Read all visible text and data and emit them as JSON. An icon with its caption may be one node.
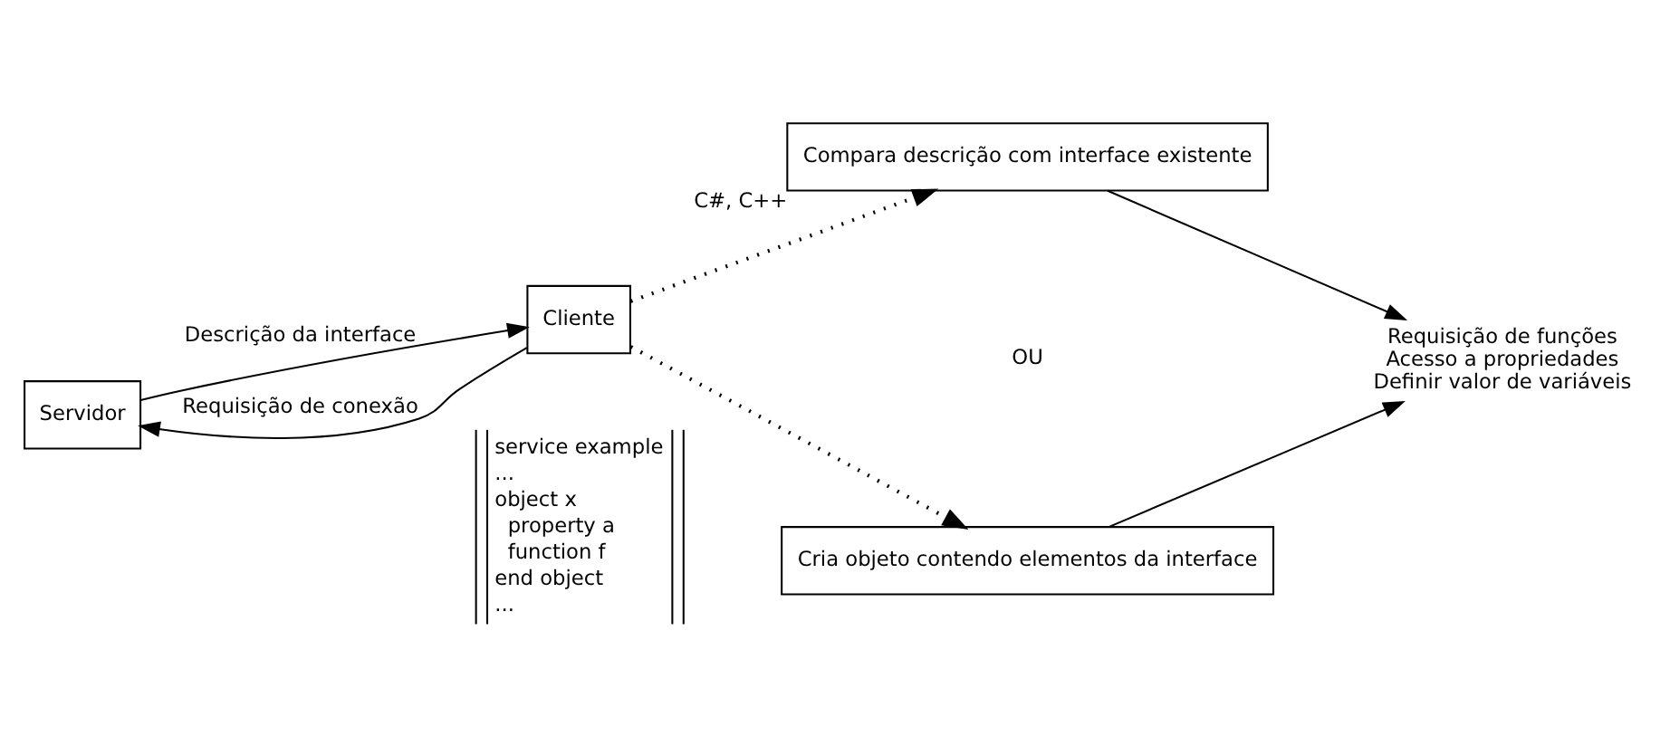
{
  "diagram": {
    "nodes": [
      {
        "text": [
          "Servidor"
        ]
      },
      {
        "text": [
          "Cliente"
        ]
      },
      {
        "text": [
          "Compara descrição com interface existente"
        ],
        "beside": [
          "C#, C++"
        ]
      },
      {
        "text": [
          "Cria objeto contendo elementos da interface"
        ]
      },
      {
        "text": [
          "Requisição de funções",
          "Acesso a propriedades",
          "Definir valor de variáveis"
        ]
      },
      {
        "text": [
          "service example",
          "...",
          "object x",
          "  property a",
          "  function f",
          "end object",
          "..."
        ]
      }
    ],
    "edges": [
      {
        "from": 1,
        "to": 0,
        "arrow": "to",
        "label": "Requisição de conexão"
      },
      {
        "from": 0,
        "to": 1,
        "arrow": "to",
        "label": "Descrição da interface"
      },
      {
        "from": 1,
        "to": 2,
        "arrow": "to",
        "style": "dashed"
      },
      {
        "from": 1,
        "to": 3,
        "arrow": "to",
        "style": "dashed"
      },
      {
        "from": 2,
        "to": 4,
        "arrow": "to"
      },
      {
        "from": 3,
        "to": 4,
        "arrow": "to"
      }
    ],
    "labels": [
      "OU"
    ]
  }
}
